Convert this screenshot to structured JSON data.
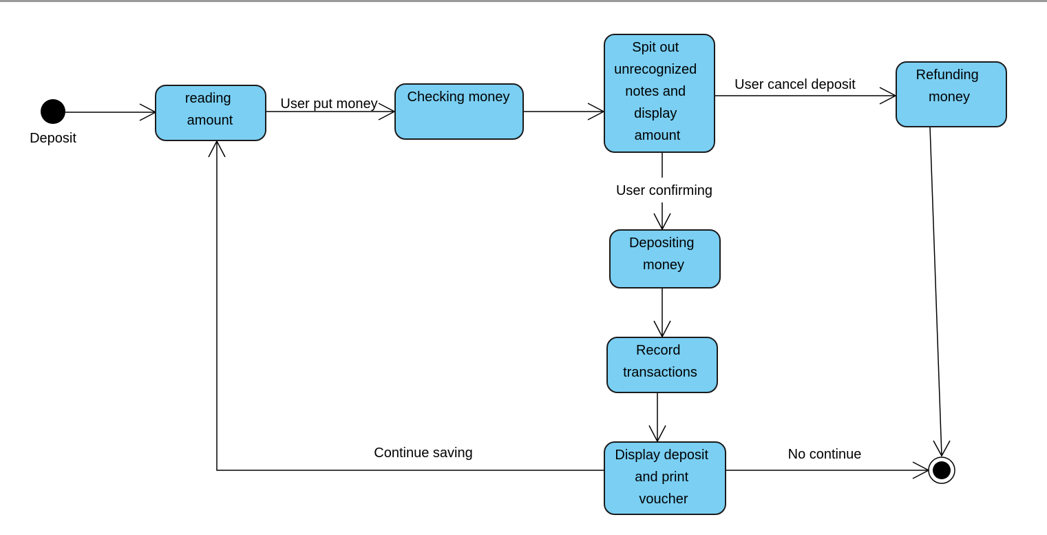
{
  "initial": {
    "label": "Deposit"
  },
  "states": {
    "reading": {
      "lines": [
        "reading",
        "amount"
      ]
    },
    "checking": {
      "lines": [
        "Checking money"
      ]
    },
    "spit": {
      "lines": [
        "Spit out",
        "unrecognized",
        "notes and",
        "display",
        "amount"
      ]
    },
    "refunding": {
      "lines": [
        "Refunding",
        "money"
      ]
    },
    "depositing": {
      "lines": [
        "Depositing",
        "money"
      ]
    },
    "record": {
      "lines": [
        "Record",
        "transactions"
      ]
    },
    "display": {
      "lines": [
        "Display deposit",
        "and print",
        "voucher"
      ]
    }
  },
  "transitions": {
    "user_put_money": "User put money",
    "user_cancel": "User cancel deposit",
    "user_confirming": "User confirming",
    "continue_saving": "Continue saving",
    "no_continue": "No continue"
  },
  "colors": {
    "state_fill": "#7acff3",
    "stroke": "#1a1a1a"
  }
}
